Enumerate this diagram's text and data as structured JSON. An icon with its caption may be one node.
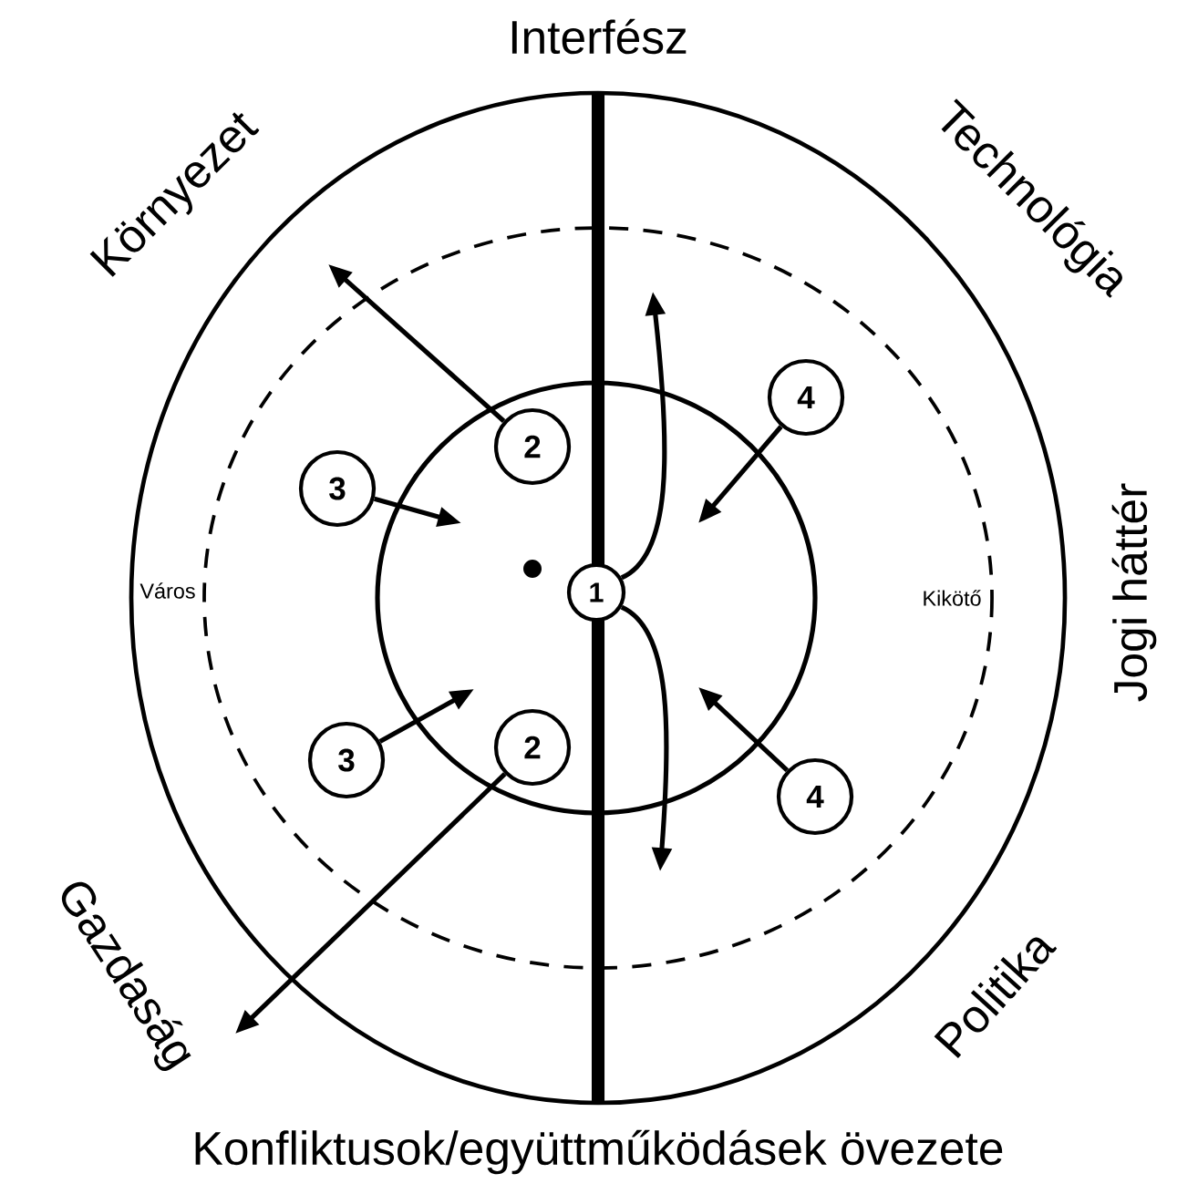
{
  "diagram": {
    "nodes": [
      {
        "text": [
          "4"
        ]
      },
      {
        "text": [
          "2"
        ]
      },
      {
        "text": [
          "3"
        ]
      },
      {
        "text": [
          "1"
        ]
      },
      {
        "text": [
          "2"
        ]
      },
      {
        "text": [
          "3"
        ]
      },
      {
        "text": [
          "4"
        ]
      }
    ],
    "edges": [
      {
        "from": 1,
        "to": null,
        "arrow": "to"
      },
      {
        "from": 2,
        "to": null,
        "arrow": "to"
      },
      {
        "from": 0,
        "to": null,
        "arrow": "to"
      },
      {
        "from": 3,
        "to": null,
        "arrow": "to"
      },
      {
        "from": 3,
        "to": null,
        "arrow": "to"
      },
      {
        "from": 5,
        "to": null,
        "arrow": "to"
      },
      {
        "from": 4,
        "to": null,
        "arrow": "to"
      },
      {
        "from": 6,
        "to": null,
        "arrow": "to"
      }
    ],
    "labels": [
      "Interfész",
      "Környezet",
      "Technológia",
      "Város",
      "Kikötő",
      "Jogi háttér",
      "Gazdaság",
      "Politika",
      "Konfliktusok/együttműködásek övezete"
    ]
  }
}
